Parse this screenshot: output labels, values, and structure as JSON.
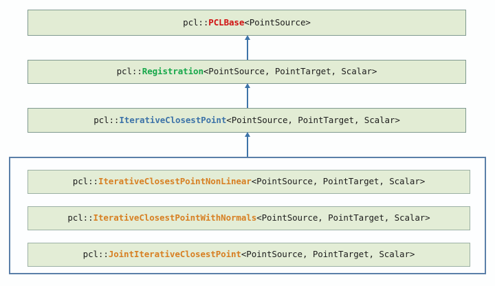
{
  "diagram": {
    "title": "PCL registration class inheritance hierarchy",
    "type": "uml-inheritance",
    "background": "#fdfefe",
    "colors": {
      "node_fill": "#e2ecd4",
      "node_border": "#7f998f",
      "group_border": "#5a7fa8",
      "edge": "#3d73a8",
      "pclbase": "#d01010",
      "registration": "#16a74a",
      "icp": "#3d73a8",
      "derived": "#d77f22"
    }
  },
  "nodes": [
    {
      "id": "pclbase",
      "namespace": "pcl::",
      "class_name": "PCLBase",
      "template_args": "<PointSource>",
      "full_text": "pcl::PCLBase<PointSource>",
      "color": "#d01010",
      "level": 0
    },
    {
      "id": "registration",
      "namespace": "pcl::",
      "class_name": "Registration",
      "template_args": "<PointSource, PointTarget, Scalar>",
      "full_text": "pcl::Registration<PointSource, PointTarget, Scalar>",
      "color": "#16a74a",
      "level": 1
    },
    {
      "id": "icp",
      "namespace": "pcl::",
      "class_name": "IterativeClosestPoint",
      "template_args": "<PointSource, PointTarget, Scalar>",
      "full_text": "pcl::IterativeClosestPoint<PointSource, PointTarget, Scalar>",
      "color": "#3d73a8",
      "level": 2
    },
    {
      "id": "icp-nonlinear",
      "namespace": "pcl::",
      "class_name": "IterativeClosestPointNonLinear",
      "template_args": "<PointSource, PointTarget, Scalar>",
      "full_text": "pcl::IterativeClosestPointNonLinear<PointSource, PointTarget, Scalar>",
      "color": "#d77f22",
      "level": 3
    },
    {
      "id": "icp-withnormals",
      "namespace": "pcl::",
      "class_name": "IterativeClosestPointWithNormals",
      "template_args": "<PointSource, PointTarget, Scalar>",
      "full_text": "pcl::IterativeClosestPointWithNormals<PointSource, PointTarget, Scalar>",
      "color": "#d77f22",
      "level": 3
    },
    {
      "id": "joint-icp",
      "namespace": "pcl::",
      "class_name": "JointIterativeClosestPoint",
      "template_args": "<PointSource, PointTarget, Scalar>",
      "full_text": "pcl::JointIterativeClosestPoint<PointSource, PointTarget, Scalar>",
      "color": "#d77f22",
      "level": 3
    }
  ],
  "edges": [
    {
      "from": "registration",
      "to": "pclbase",
      "kind": "inheritance"
    },
    {
      "from": "icp",
      "to": "registration",
      "kind": "inheritance"
    },
    {
      "from": "derived-group",
      "to": "icp",
      "kind": "inheritance"
    }
  ]
}
